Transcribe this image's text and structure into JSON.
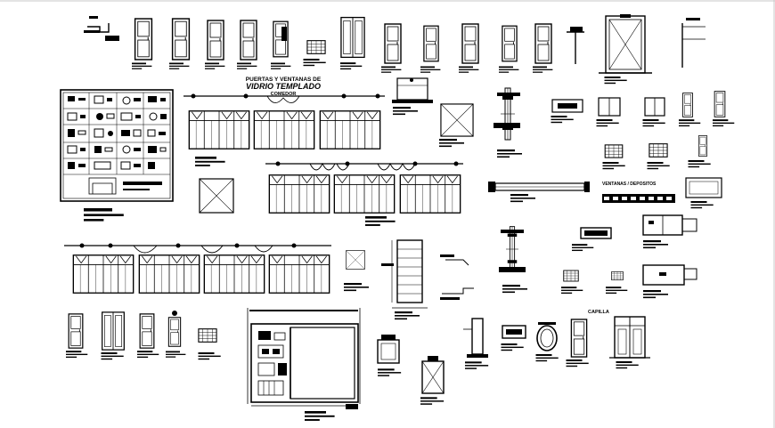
{
  "sheet": {
    "title_line1": "PUERTAS Y VENTANAS DE",
    "title_line2": "VIDRIO TEMPLADO",
    "title_line3": "COMEDOR",
    "schedule_title": "VENTANAS / DEPOSITOS",
    "chapel_title": "CAPILLA"
  },
  "colors": {
    "ink": "#000000",
    "paper": "#ffffff",
    "edge": "#c8c8c8"
  }
}
